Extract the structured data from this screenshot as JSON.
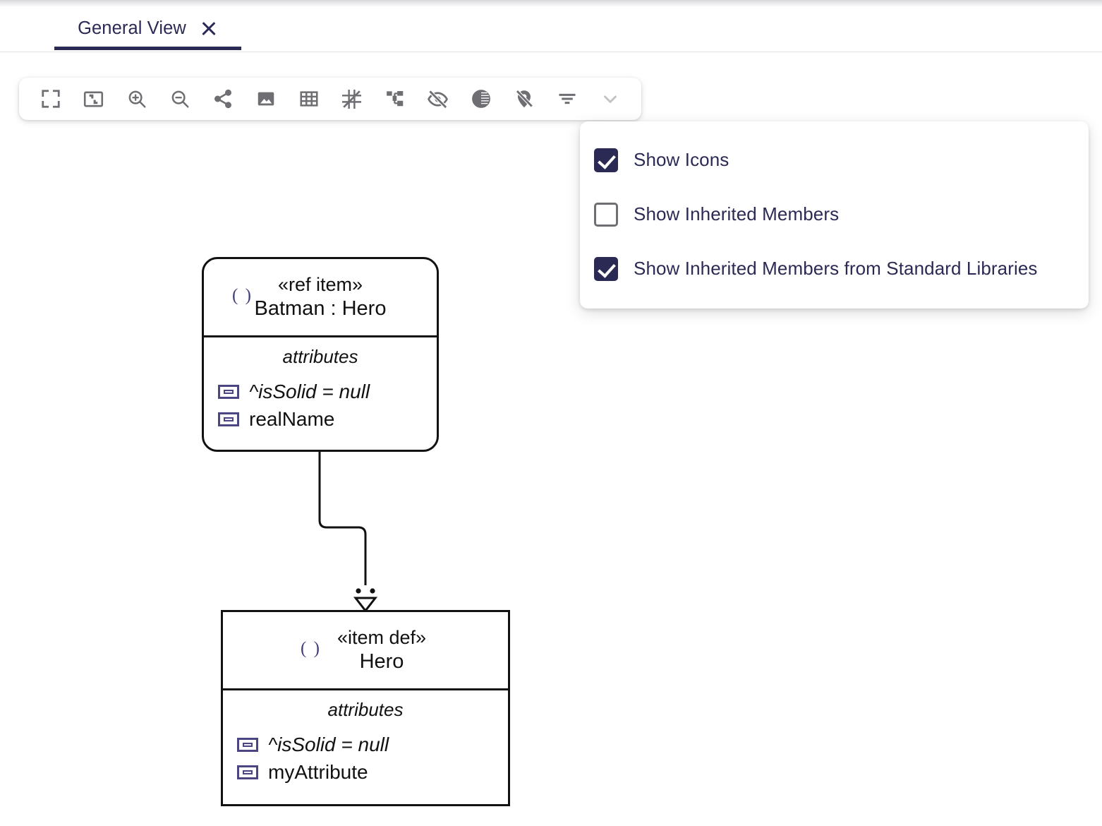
{
  "window": {
    "tab": {
      "label": "General View",
      "close_icon": "close-icon"
    }
  },
  "toolbar": {
    "buttons": [
      {
        "name": "fit-to-screen",
        "icon": "fullscreen-icon",
        "label": "Fit to screen"
      },
      {
        "name": "fit-to-window",
        "icon": "fit-window-icon",
        "label": "Fit to window"
      },
      {
        "name": "zoom-in",
        "icon": "zoom-in-icon",
        "label": "Zoom in"
      },
      {
        "name": "zoom-out",
        "icon": "zoom-out-icon",
        "label": "Zoom out"
      },
      {
        "name": "share",
        "icon": "share-icon",
        "label": "Share"
      },
      {
        "name": "export-image",
        "icon": "image-icon",
        "label": "Export image"
      },
      {
        "name": "grid",
        "icon": "grid-icon",
        "label": "Grid"
      },
      {
        "name": "snap-lines",
        "icon": "snap-lines-icon",
        "label": "Snap lines"
      },
      {
        "name": "auto-layout",
        "icon": "hierarchy-icon",
        "label": "Auto layout"
      },
      {
        "name": "hide-elements",
        "icon": "eye-off-icon",
        "label": "Hide elements"
      },
      {
        "name": "contrast",
        "icon": "contrast-icon",
        "label": "Contrast"
      },
      {
        "name": "hide-labels",
        "icon": "label-off-icon",
        "label": "Hide labels"
      },
      {
        "name": "filter",
        "icon": "filter-icon",
        "label": "Filter"
      },
      {
        "name": "more-options",
        "icon": "chevron-down-icon",
        "label": "More options"
      }
    ]
  },
  "dropdown": {
    "items": [
      {
        "label": "Show Icons",
        "checked": true
      },
      {
        "label": "Show Inherited Members",
        "checked": false
      },
      {
        "label": "Show Inherited Members from Standard Libraries",
        "checked": true
      }
    ]
  },
  "diagram": {
    "nodes": [
      {
        "id": "batman",
        "icon_glyph": "( )",
        "stereotype": "«ref item»",
        "name": "Batman : Hero",
        "compartment_label": "attributes",
        "members": [
          {
            "text": "^isSolid = null",
            "inherited": true
          },
          {
            "text": "realName",
            "inherited": false
          }
        ]
      },
      {
        "id": "hero",
        "icon_glyph": "( )",
        "stereotype": "«item def»",
        "name": "Hero",
        "compartment_label": "attributes",
        "members": [
          {
            "text": "^isSolid = null",
            "inherited": true
          },
          {
            "text": "myAttribute",
            "inherited": false
          }
        ]
      }
    ],
    "connector": {
      "type": "specialization",
      "from": "batman",
      "to": "hero"
    }
  },
  "colors": {
    "accent": "#2b2a55",
    "icon_gray": "#6e6e73",
    "member_icon": "#4b4682",
    "stroke": "#111111"
  }
}
